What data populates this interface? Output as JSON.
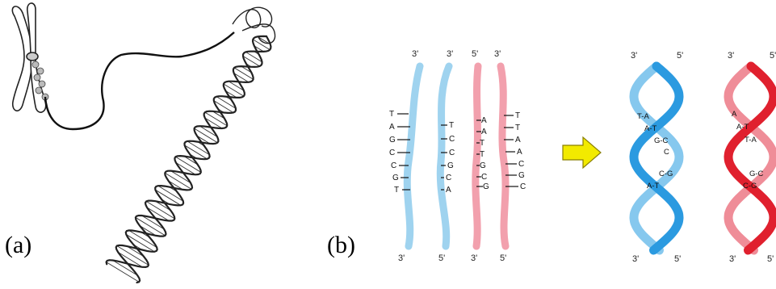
{
  "panels": {
    "a": {
      "label": "(a)"
    },
    "b": {
      "label": "(b)"
    }
  },
  "panel_b": {
    "strands": [
      {
        "color": "#9fd3ef",
        "top": "3'",
        "bottom": "3'",
        "bases": [
          "T",
          "A",
          "G",
          "C",
          "C",
          "G",
          "T"
        ]
      },
      {
        "color": "#9fd3ef",
        "top": "3'",
        "bottom": "5'",
        "bases": [
          "T",
          "C",
          "C",
          "G",
          "C",
          "A"
        ]
      },
      {
        "color": "#f2a0ad",
        "top": "5'",
        "bottom": "3'",
        "bases": [
          "A",
          "A",
          "T",
          "T",
          "G",
          "C",
          "G"
        ]
      },
      {
        "color": "#f2a0ad",
        "top": "3'",
        "bottom": "5'",
        "bases": [
          "T",
          "T",
          "A",
          "A",
          "C",
          "G",
          "C"
        ]
      }
    ],
    "arrow_color": "#f2ea00",
    "helix_blue": {
      "ends": {
        "top_left": "3'",
        "top_right": "5'",
        "bottom_left": "3'",
        "bottom_right": "5'"
      },
      "pairs": [
        "T-A",
        "A-T",
        "G-C",
        "C",
        "C-G",
        "A-T"
      ]
    },
    "helix_red": {
      "ends": {
        "top_left": "3'",
        "top_right": "5'",
        "bottom_left": "3'",
        "bottom_right": "5'"
      },
      "pairs": [
        "A",
        "A-T",
        "T-A",
        "G-C",
        "C-G"
      ]
    }
  }
}
